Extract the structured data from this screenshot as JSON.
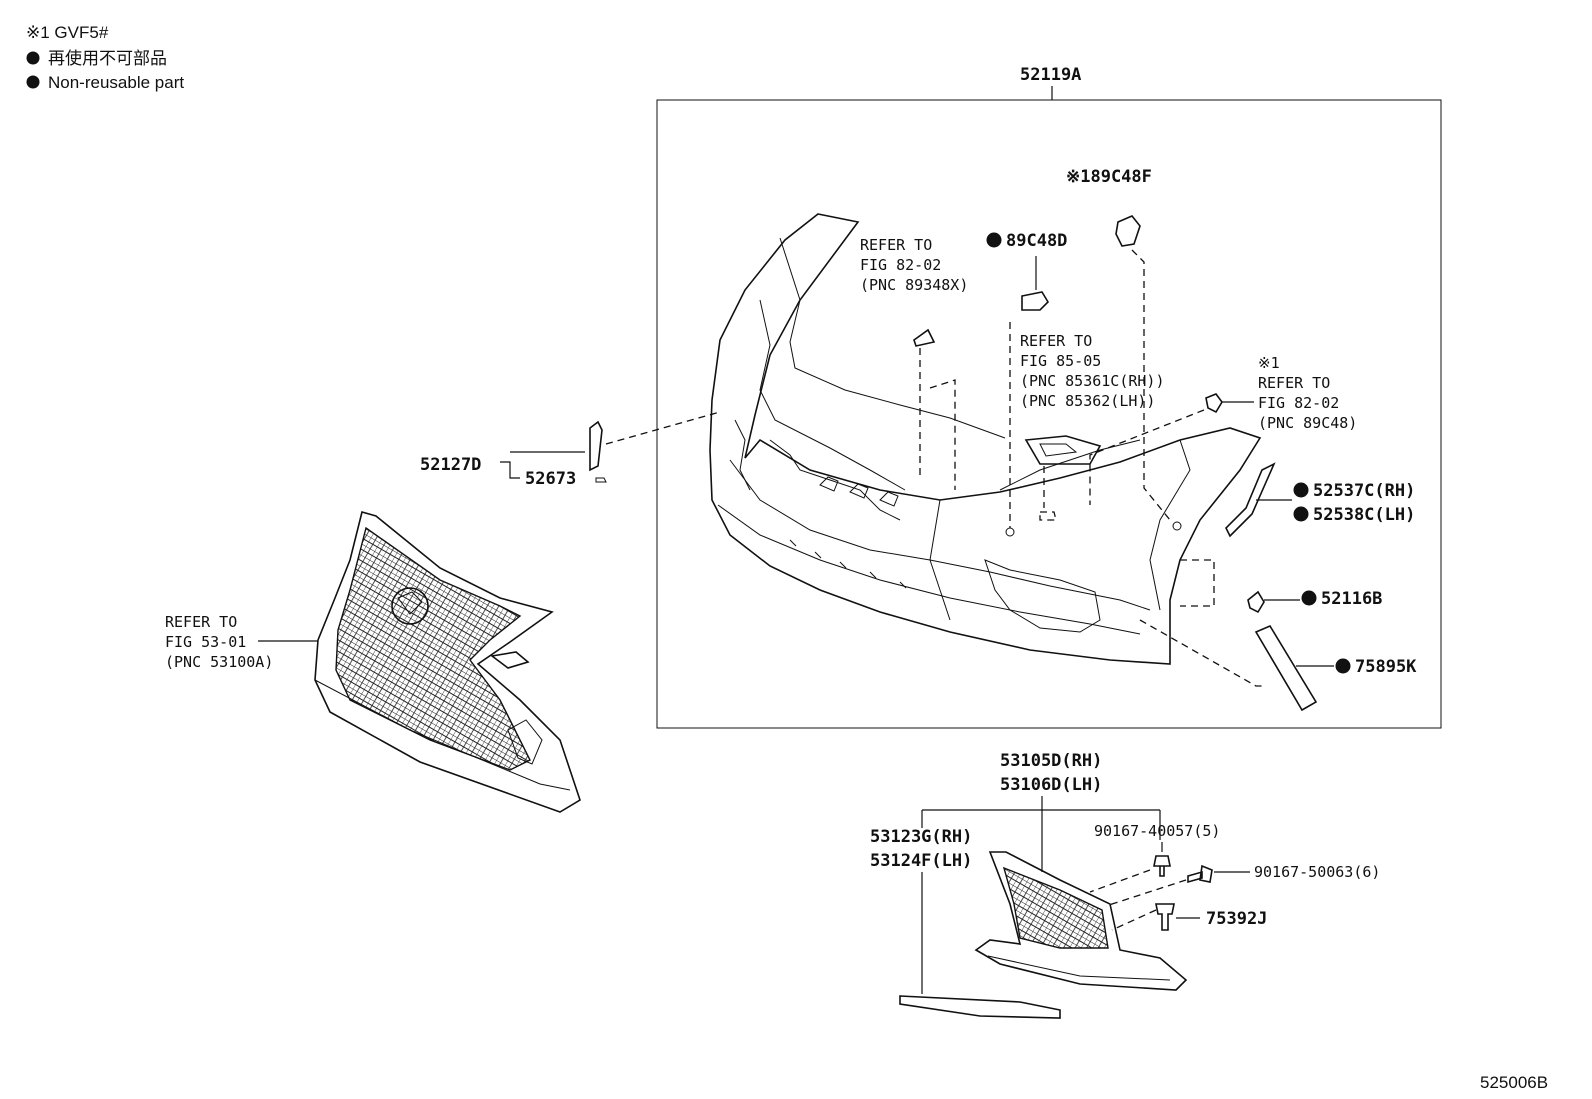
{
  "notes": {
    "line1": "※1 GVF5#",
    "line2": "再使用不可部品",
    "line3": "Non-reusable part"
  },
  "labels": {
    "assembly": "52119A",
    "p89c48f": "※189C48F",
    "p89c48d": "89C48D",
    "refer1_a": "REFER TO",
    "refer1_b": "FIG 82-02",
    "refer1_c": "(PNC 89348X)",
    "refer2_a": "REFER TO",
    "refer2_b": "FIG 85-05",
    "refer2_c": "(PNC 85361C(RH))",
    "refer2_d": "(PNC 85362(LH))",
    "refer3_star": "※1",
    "refer3_a": "REFER TO",
    "refer3_b": "FIG 82-02",
    "refer3_c": "(PNC 89C48)",
    "p52537c": "52537C(RH)",
    "p52538c": "52538C(LH)",
    "p52116b": "52116B",
    "p75895k": "75895K",
    "p52127d": "52127D",
    "p52673": "52673",
    "refer4_a": "REFER TO",
    "refer4_b": "FIG 53-01",
    "refer4_c": "(PNC 53100A)",
    "p53105d": "53105D(RH)",
    "p53106d": "53106D(LH)",
    "p53123g": "53123G(RH)",
    "p53124f": "53124F(LH)",
    "p90167a": "90167-40057(5)",
    "p90167b": "90167-50063(6)",
    "p75392j": "75392J",
    "figure_code": "525006B"
  }
}
